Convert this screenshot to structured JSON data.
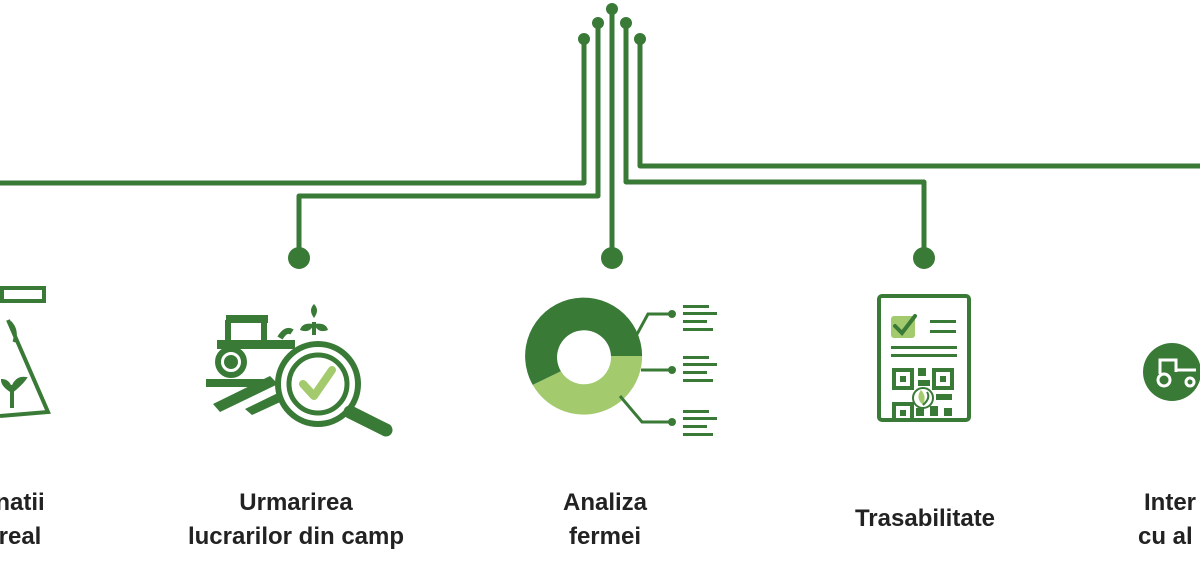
{
  "colors": {
    "dark_green": "#3a7a37",
    "light_green": "#a3cb6e",
    "text": "#222222",
    "background": "#ffffff"
  },
  "features": [
    {
      "icon": "greenhouse-sensor-icon",
      "line1": "natii",
      "line2": "real"
    },
    {
      "icon": "tractor-magnifier-check-icon",
      "line1": "Urmarirea",
      "line2": "lucrarilor din camp"
    },
    {
      "icon": "donut-chart-icon",
      "line1": "Analiza",
      "line2": "fermei"
    },
    {
      "icon": "qr-document-icon",
      "line1": "Trasabilitate",
      "line2": ""
    },
    {
      "icon": "tractor-circle-icon",
      "line1": "Inter",
      "line2": "cu al"
    }
  ]
}
